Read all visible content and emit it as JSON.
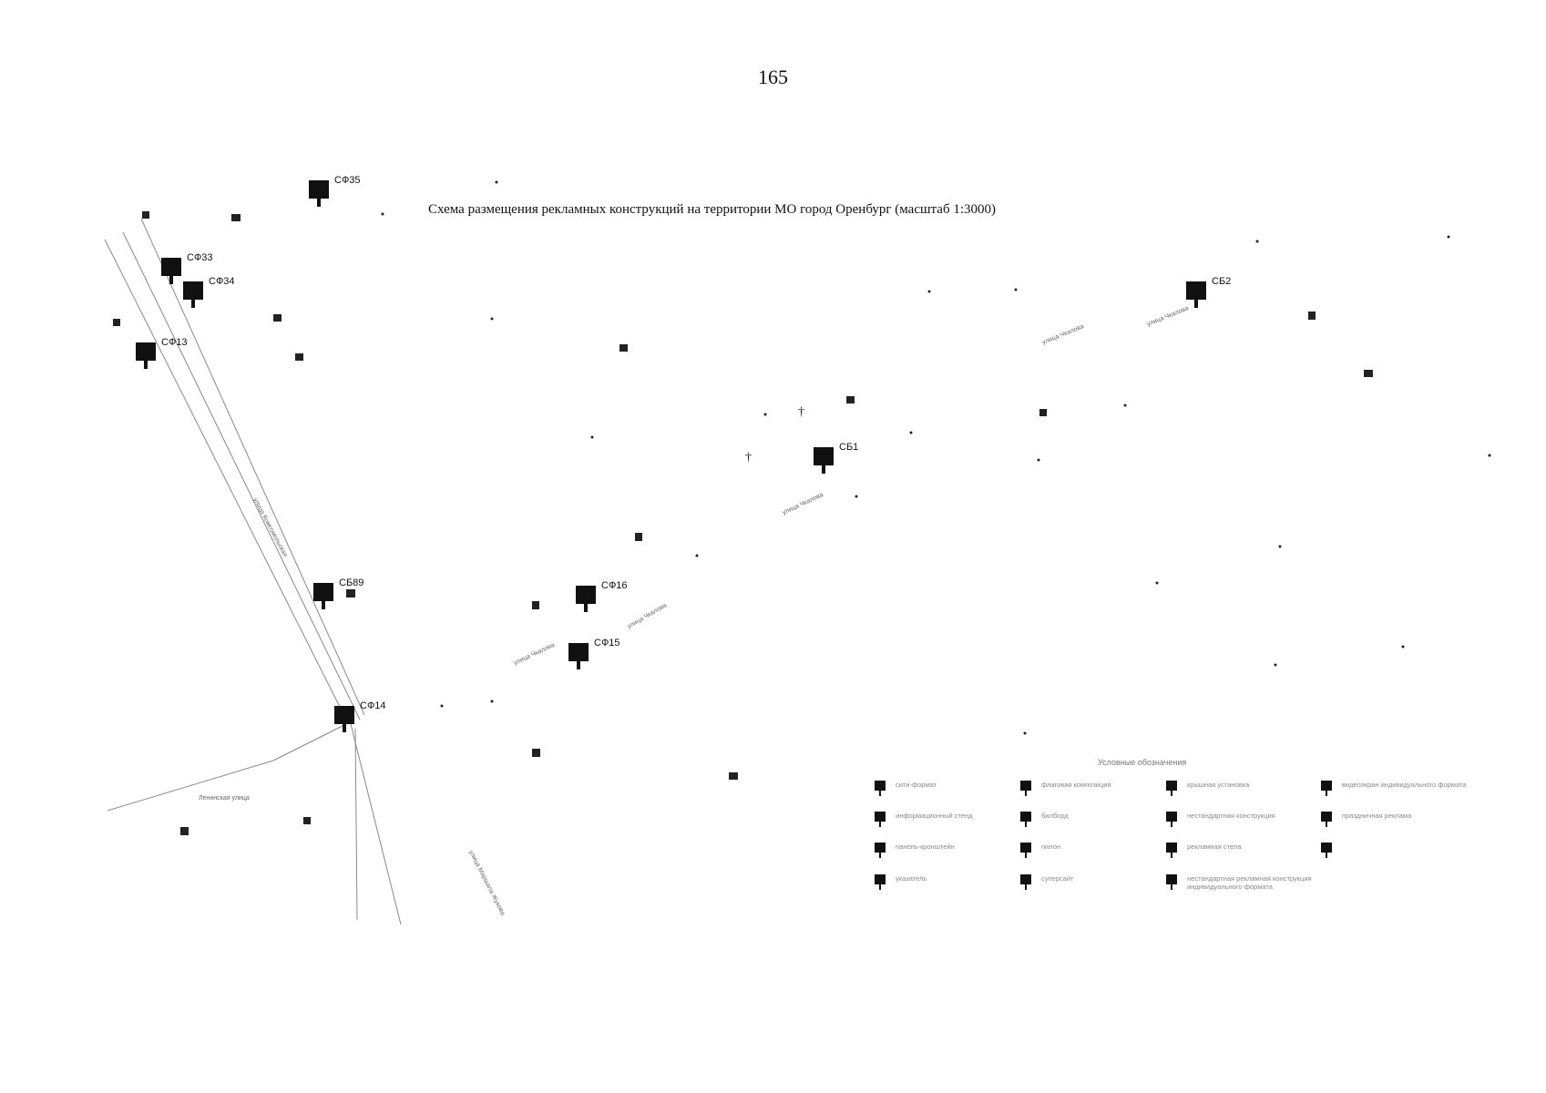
{
  "page": {
    "number": "165"
  },
  "map": {
    "title": "Схема размещения рекламных конструкций на территории МО город Оренбург (масштаб 1:3000)",
    "constructions": [
      "СФ33",
      "СФ34",
      "СФ13",
      "СБ89",
      "СФ14",
      "СФ16",
      "СФ15",
      "СБ1",
      "СБ2",
      "СФ35"
    ],
    "streets": [
      "улица Чкалова",
      "улица Чкалова",
      "улица Чкалова",
      "улица Чкалова",
      "улица Чкалова",
      "Ленинская улица",
      "улица Маршала Жукова",
      "улица Комсомольская"
    ]
  },
  "legend": {
    "title": "Условные обозначения",
    "items": [
      {
        "icon": "billboard-icon",
        "label": "сити-формат"
      },
      {
        "icon": "flag-icon",
        "label": "флаговая композиция"
      },
      {
        "icon": "roof-installation-icon",
        "label": "крышная установка"
      },
      {
        "icon": "led-screen-icon",
        "label": "видеоэкран индивидуального формата"
      },
      {
        "icon": "info-stand-icon",
        "label": "информационный стенд"
      },
      {
        "icon": "shield-icon",
        "label": "билборд"
      },
      {
        "icon": "nonstandard-icon",
        "label": "нестандартная конструкция"
      },
      {
        "icon": "transport-icon",
        "label": "праздничная реклама"
      },
      {
        "icon": "bracket-panel-icon",
        "label": "панель-кронштейн"
      },
      {
        "icon": "pylon-icon",
        "label": "пилон"
      },
      {
        "icon": "fence-icon",
        "label": "рекламная стела"
      },
      {
        "icon": "column-icon",
        "label": ""
      },
      {
        "icon": "pointer-icon",
        "label": "указатель"
      },
      {
        "icon": "grid-icon",
        "label": "суперсайт"
      },
      {
        "icon": "multiframe-icon",
        "label": "нестандартная рекламная конструкция индивидуального формата"
      }
    ]
  },
  "colors": {
    "marker": "#111111",
    "road": "#888888",
    "text_faint": "#888888"
  }
}
